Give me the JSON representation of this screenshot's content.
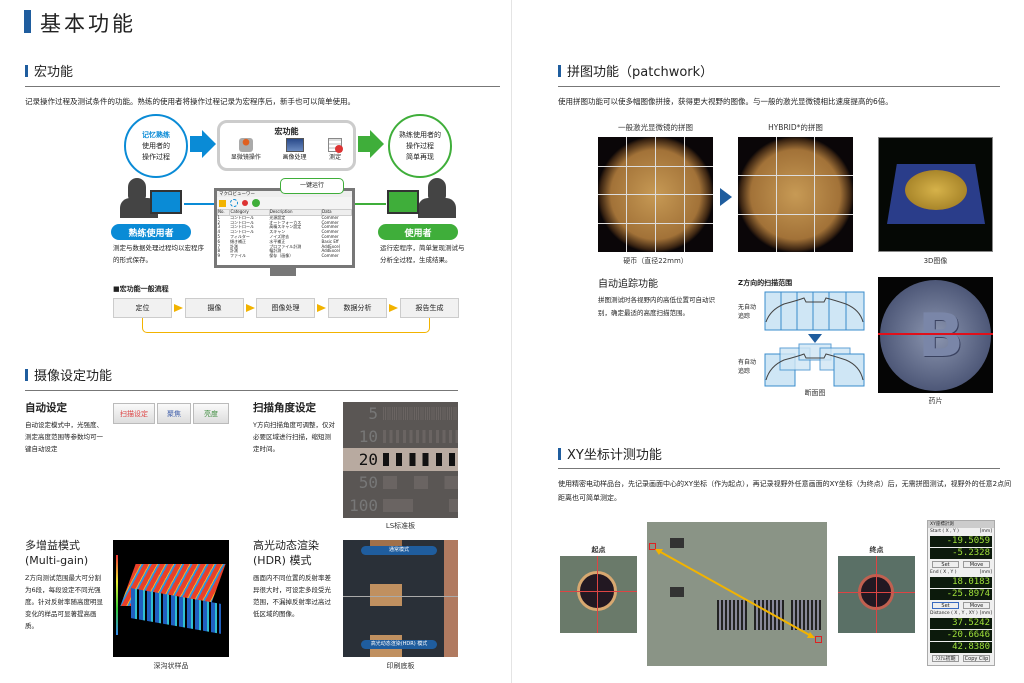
{
  "page_title": "基本功能",
  "macro": {
    "title": "宏功能",
    "intro": "记录操作过程及测试条件的功能。熟练的使用者将操作过程记录为宏程序后，新手也可以简单使用。",
    "left_circle": [
      "记忆熟练",
      "使用者的",
      "操作过程"
    ],
    "center_title": "宏功能",
    "center_items": [
      "显微镜操作",
      "画像处理",
      "测定"
    ],
    "right_circle": [
      "熟练使用者的",
      "操作过程",
      "简单再现"
    ],
    "bubble": "一键运行",
    "window_title": "マクロビューワー",
    "table_headers": [
      "No.",
      "Category",
      "Description",
      "Data"
    ],
    "table_rows": [
      [
        "1",
        "コントロール",
        "光源設定",
        "Commer"
      ],
      [
        "2",
        "コントロール",
        "オートフォーカス",
        "Commer"
      ],
      [
        "3",
        "コントロール",
        "高精スキャン設定",
        "Commer"
      ],
      [
        "4",
        "コントロール",
        "スキャン",
        "Commer"
      ],
      [
        "5",
        "フィルター",
        "ノイズ除去",
        "Commer"
      ],
      [
        "6",
        "傾き補正",
        "水平補正",
        "Basic Eff"
      ],
      [
        "7",
        "計測",
        "プロファイル計測",
        "AddExcel"
      ],
      [
        "8",
        "計測",
        "幅計測",
        "AddExcel"
      ],
      [
        "9",
        "ファイル",
        "保存（画像）",
        "Commer"
      ]
    ],
    "expert_label": "熟练使用者",
    "expert_desc": "测定与数据处理过程均以宏程序的形式保存。",
    "user_label": "使用者",
    "user_desc": "运行宏程序，简单复现测试与分析全过程，生成结果。",
    "flow_title": "■宏功能一般流程",
    "flow_steps": [
      "定位",
      "摄像",
      "图像处理",
      "数据分析",
      "报告生成"
    ]
  },
  "camera": {
    "title": "摄像设定功能",
    "auto": {
      "title": "自动设定",
      "desc": "自动设定模式中，光强度、测定高度范围等参数均可一键自动设定",
      "buttons": [
        "扫描设定",
        "聚焦",
        "亮度"
      ]
    },
    "scan": {
      "title": "扫描角度设定",
      "desc": "Y方向扫描角度可调整，仅对必要区域进行扫描，缩短测定时间。",
      "scale": [
        "5",
        "10",
        "20",
        "50",
        "100"
      ],
      "caption": "LS标准板"
    },
    "multigain": {
      "title": [
        "多增益模式",
        "(Multi-gain)"
      ],
      "desc": "Z方向测试范围最大可分割为6段，每段设定不同光强度。针对反射率随高度明显变化的样品可显著提高画质。",
      "caption": "深沟状样品"
    },
    "hdr": {
      "title": [
        "高光动态渲染",
        "(HDR) 模式"
      ],
      "desc": "画面内不同位置的反射率差异很大时，可设定多段受光范围，不漏掉反射率过高过低区域的图像。",
      "label_top": "通常模式",
      "label_bottom": "高光动态渲染(HDR) 模式",
      "caption": "印刷底板"
    }
  },
  "patchwork": {
    "title": "拼图功能（patchwork）",
    "intro": "使用拼图功能可以使多幅图像拼接，获得更大视野的图像。与一般的激光显微镜相比速度提高的6倍。",
    "label_normal": "一般激光显微镜的拼图",
    "label_hybrid": "HYBRID*的拼图",
    "caption_coin": "硬币（直径22mm）",
    "caption_3d": "3D图像",
    "tracking": {
      "title": "自动追踪功能",
      "desc": "拼图测试时各视野内的高低位置可自动识别，确定最适的高度扫描范围。",
      "diagram_title": "Z方向的扫描范围",
      "without": [
        "无自动",
        "追踪"
      ],
      "with": [
        "有自动",
        "追踪"
      ],
      "caption": "断面图",
      "tablet_caption": "药片"
    }
  },
  "xy": {
    "title": "XY坐标计测功能",
    "desc": "使用精密电动样品台，先记录画面中心的XY坐标（作为起点），再记录视野外任意画面的XY坐标（为终点）后，无需拼图测试，视野外的任意2点间距离也可简单测定。",
    "start": "起点",
    "end": "终点",
    "panel": {
      "title": "XY座標計測",
      "start_label": "Start ( X , Y )",
      "end_label": "End ( X , Y )",
      "dist_label": "Distance ( X , Y , XY )",
      "unit": "[mm]",
      "start_values": [
        "-19.5059",
        "-5.2328"
      ],
      "end_values": [
        "18.0183",
        "-25.8974"
      ],
      "dist_values": [
        "37.5242",
        "-20.6646",
        "42.8380"
      ],
      "set": "Set",
      "move": "Move",
      "reset": "ｼｽﾃﾑ初期",
      "copy": "Copy Clip"
    }
  },
  "colors": {
    "blue": "#0a8bd6",
    "green": "#3fae3a",
    "accent": "#1f5d9e",
    "flow_arrow": "#f2b300"
  }
}
